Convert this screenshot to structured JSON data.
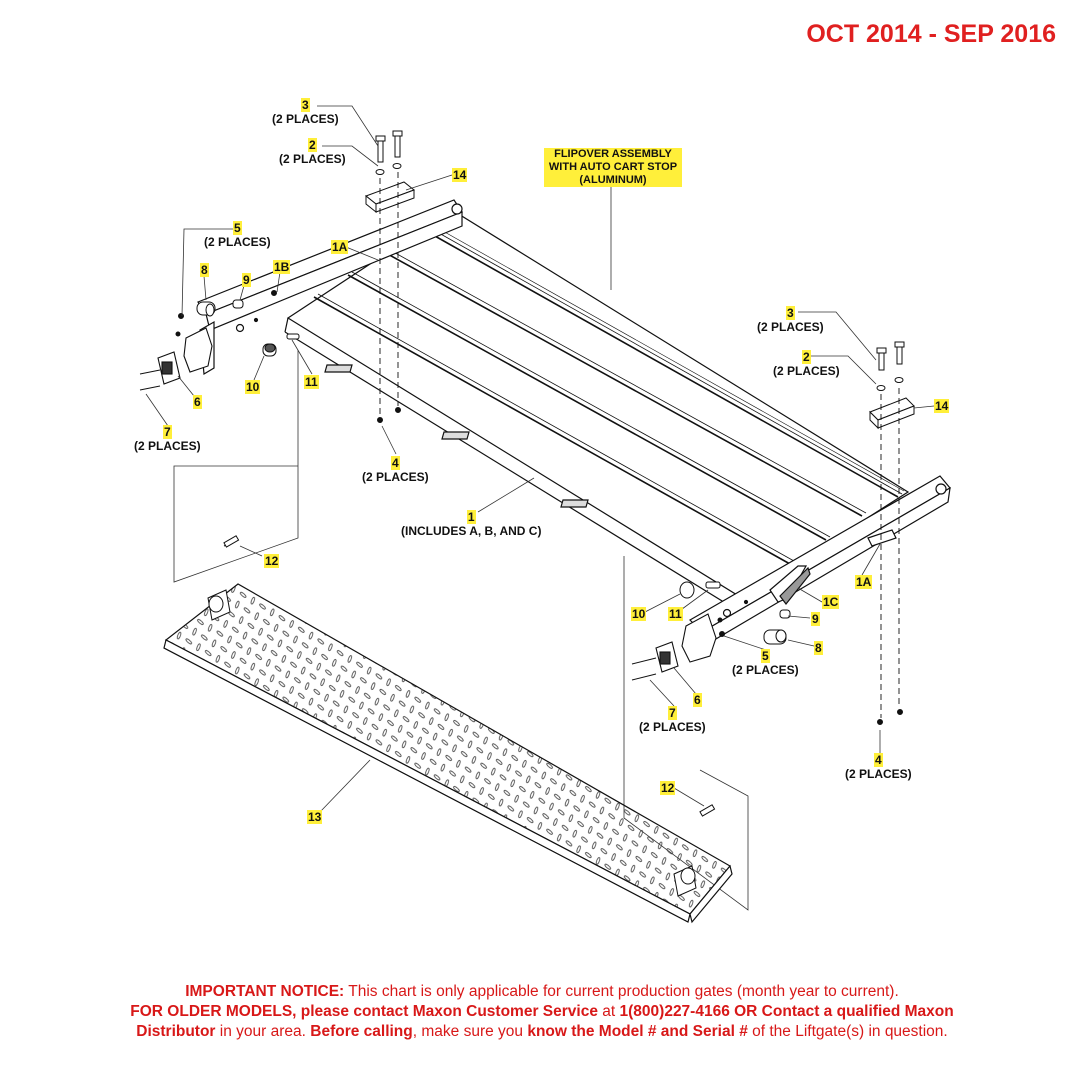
{
  "header": {
    "date_range": "OCT 2014 - SEP 2016"
  },
  "assembly_title": "FLIPOVER ASSEMBLY WITH AUTO CART STOP (ALUMINUM)",
  "callouts": [
    {
      "id": "c3a",
      "num": "3",
      "qty": "(2 PLACES)"
    },
    {
      "id": "c2a",
      "num": "2",
      "qty": "(2 PLACES)"
    },
    {
      "id": "c14a",
      "num": "14",
      "qty": ""
    },
    {
      "id": "c5a",
      "num": "5",
      "qty": "(2 PLACES)"
    },
    {
      "id": "c1Aa",
      "num": "1A",
      "qty": ""
    },
    {
      "id": "c8a",
      "num": "8",
      "qty": ""
    },
    {
      "id": "c9a",
      "num": "9",
      "qty": ""
    },
    {
      "id": "c1B",
      "num": "1B",
      "qty": ""
    },
    {
      "id": "c6a",
      "num": "6",
      "qty": ""
    },
    {
      "id": "c10a",
      "num": "10",
      "qty": ""
    },
    {
      "id": "c11a",
      "num": "11",
      "qty": ""
    },
    {
      "id": "c7a",
      "num": "7",
      "qty": "(2 PLACES)"
    },
    {
      "id": "c4a",
      "num": "4",
      "qty": "(2 PLACES)"
    },
    {
      "id": "c1",
      "num": "1",
      "qty": "(INCLUDES A, B, AND C)"
    },
    {
      "id": "c12a",
      "num": "12",
      "qty": ""
    },
    {
      "id": "c3b",
      "num": "3",
      "qty": "(2 PLACES)"
    },
    {
      "id": "c2b",
      "num": "2",
      "qty": "(2 PLACES)"
    },
    {
      "id": "c14b",
      "num": "14",
      "qty": ""
    },
    {
      "id": "c1Ab",
      "num": "1A",
      "qty": ""
    },
    {
      "id": "c1C",
      "num": "1C",
      "qty": ""
    },
    {
      "id": "c10b",
      "num": "10",
      "qty": ""
    },
    {
      "id": "c11b",
      "num": "11",
      "qty": ""
    },
    {
      "id": "c9b",
      "num": "9",
      "qty": ""
    },
    {
      "id": "c5b",
      "num": "5",
      "qty": "(2 PLACES)"
    },
    {
      "id": "c8b",
      "num": "8",
      "qty": ""
    },
    {
      "id": "c6b",
      "num": "6",
      "qty": ""
    },
    {
      "id": "c7b",
      "num": "7",
      "qty": "(2 PLACES)"
    },
    {
      "id": "c4b",
      "num": "4",
      "qty": "(2 PLACES)"
    },
    {
      "id": "c13",
      "num": "13",
      "qty": ""
    },
    {
      "id": "c12b",
      "num": "12",
      "qty": ""
    }
  ],
  "notice": {
    "line1_bold": "IMPORTANT NOTICE:",
    "line1_text": " This chart is only applicable for current production gates (month year to current).",
    "line2_bold": "FOR OLDER MODELS, please contact Maxon Customer Service",
    "line2_text": " at ",
    "line2_bold2": "1(800)227-4166 OR Contact a qualified Maxon",
    "line3_bold": "Distributor",
    "line3_text": " in your area. ",
    "line3_bold2": "Before calling",
    "line3_text2": ", make sure you ",
    "line3_bold3": "know the Model # and Serial #",
    "line3_text3": " of the Liftgate(s) in question."
  }
}
